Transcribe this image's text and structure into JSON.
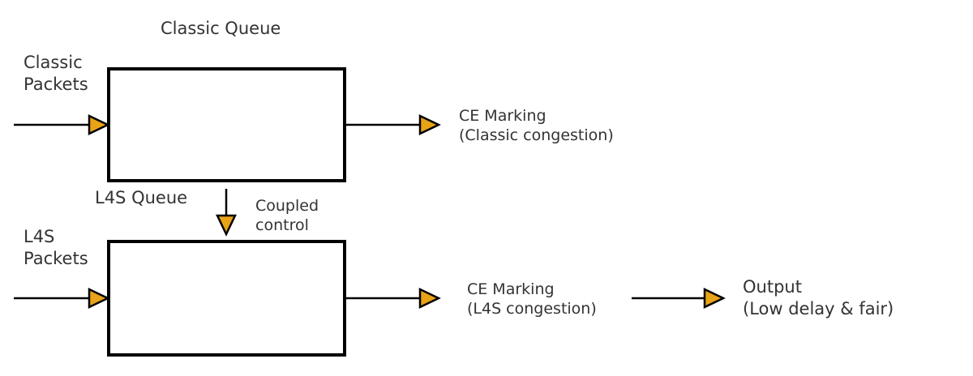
{
  "colors": {
    "arrowhead": "#e8a317",
    "text": "#333333",
    "stroke": "#000000"
  },
  "classic_queue": {
    "title": "Classic Queue",
    "input_label_line1": "Classic",
    "input_label_line2": "Packets",
    "output_label_line1": "CE Marking",
    "output_label_line2": "(Classic congestion)"
  },
  "l4s_queue": {
    "title": "L4S Queue",
    "input_label_line1": "L4S",
    "input_label_line2": "Packets",
    "output_label_line1": "CE Marking",
    "output_label_line2": "(L4S congestion)"
  },
  "coupling": {
    "label_line1": "Coupled",
    "label_line2": "control"
  },
  "output": {
    "label_line1": "Output",
    "label_line2": "(Low delay & fair)"
  }
}
